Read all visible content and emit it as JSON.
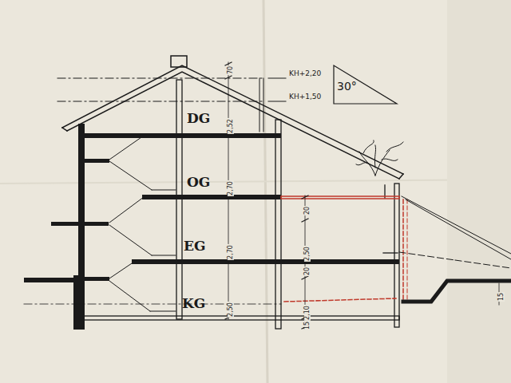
{
  "diagram": {
    "labels": [
      "DG",
      "OG",
      "EG",
      "KG",
      "30°",
      "KH+2,20",
      "KH+1,50",
      "70",
      "2,52",
      "2,70",
      "2,70",
      "2,50",
      "20",
      "2,50",
      "20",
      "2,10",
      "15",
      "15"
    ]
  }
}
